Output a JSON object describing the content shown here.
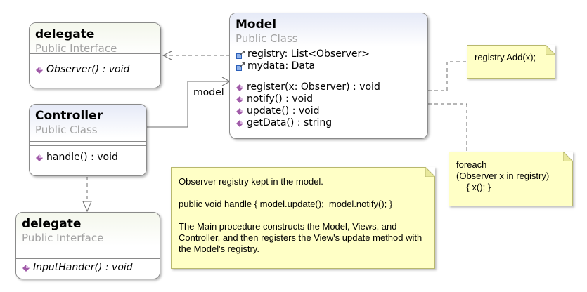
{
  "classes": {
    "delegate_observer": {
      "name": "delegate",
      "stereotype": "Public Interface",
      "methods": [
        "Observer() : void"
      ]
    },
    "model": {
      "name": "Model",
      "stereotype": "Public Class",
      "fields": [
        "registry: List<Observer>",
        "mydata: Data"
      ],
      "methods": [
        "register(x: Observer) : void",
        "notify() : void",
        "update() : void",
        "getData() : string"
      ]
    },
    "controller": {
      "name": "Controller",
      "stereotype": "Public Class",
      "methods": [
        "handle() : void"
      ]
    },
    "delegate_input": {
      "name": "delegate",
      "stereotype": "Public Interface",
      "methods": [
        "InputHander() : void"
      ]
    }
  },
  "association_label": "model",
  "notes": {
    "registry_add": "registry.Add(x);",
    "foreach": "foreach\n(Observer x in registry)\n    { x(); }",
    "main": {
      "line1": "Observer registry kept in the model.",
      "line2": "public void handle { model.update();  model.notify(); }",
      "line3": "The Main procedure constructs the Model, Views, and Controller, and then registers the View's update method with the Model's registry."
    }
  },
  "colors": {
    "note_fill": "#ffffc6",
    "method_icon": "#a05aa8",
    "field_icon": "#2b5fb8"
  }
}
